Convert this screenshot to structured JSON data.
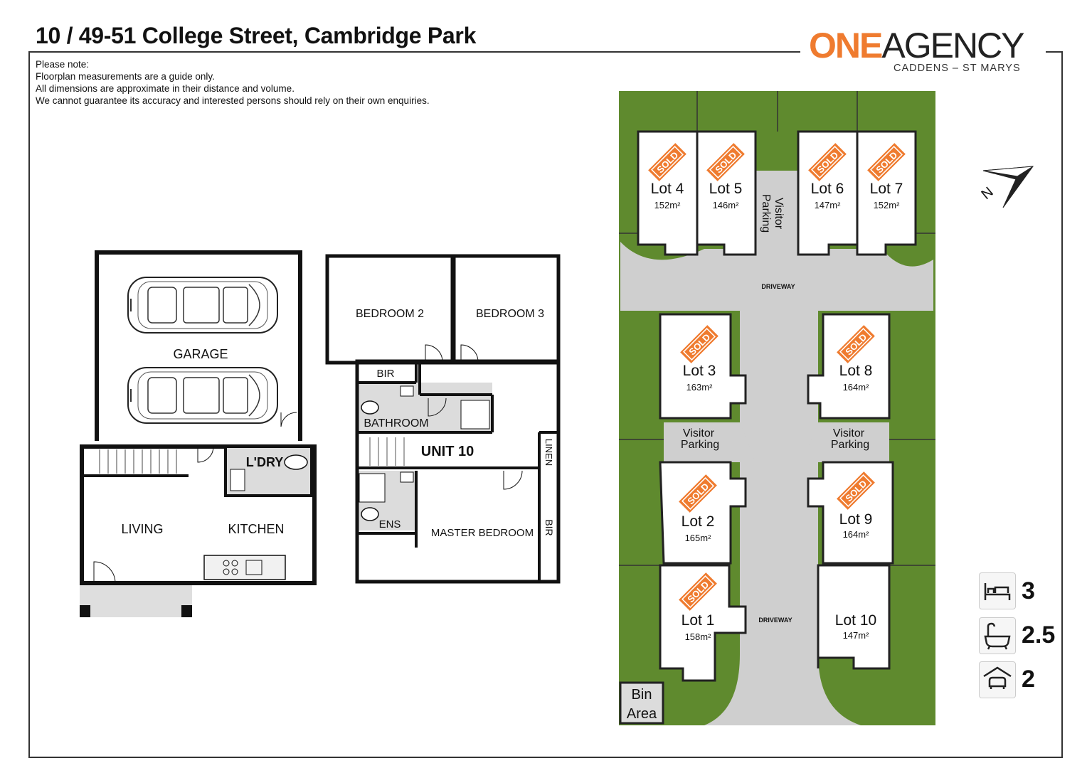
{
  "header": {
    "title": "10 / 49-51 College Street, Cambridge Park",
    "note": [
      "Please note:",
      "Floorplan measurements are a guide only.",
      "All dimensions are approximate in their distance and volume.",
      "We cannot guarantee its accuracy and interested persons should rely on their own enquiries."
    ]
  },
  "logo": {
    "brand_one": "ONE",
    "brand_agency": "AGENCY",
    "office": "CADDENS – ST MARYS",
    "brand_color": "#ef7b2f"
  },
  "floorplan": {
    "garage": "GARAGE",
    "living": "LIVING",
    "kitchen": "KITCHEN",
    "laundry": "L'DRY",
    "bedroom2": "BEDROOM 2",
    "bedroom3": "BEDROOM 3",
    "bir": "BIR",
    "bathroom": "BATHROOM",
    "unit": "UNIT 10",
    "linen": "LINEN",
    "ensuite": "ENS",
    "master": "MASTER BEDROOM",
    "master_bir": "BIR"
  },
  "siteplan": {
    "lots": [
      {
        "name": "Lot 4",
        "area": "152m²",
        "sold": true
      },
      {
        "name": "Lot 5",
        "area": "146m²",
        "sold": true
      },
      {
        "name": "Lot 6",
        "area": "147m²",
        "sold": true
      },
      {
        "name": "Lot 7",
        "area": "152m²",
        "sold": true
      },
      {
        "name": "Lot 3",
        "area": "163m²",
        "sold": true
      },
      {
        "name": "Lot 8",
        "area": "164m²",
        "sold": true
      },
      {
        "name": "Lot 2",
        "area": "165m²",
        "sold": true
      },
      {
        "name": "Lot 9",
        "area": "164m²",
        "sold": true
      },
      {
        "name": "Lot 1",
        "area": "158m²",
        "sold": true
      },
      {
        "name": "Lot 10",
        "area": "147m²",
        "sold": false
      }
    ],
    "sold_label": "SOLD",
    "driveway": "DRIVEWAY",
    "visitor_parking": [
      "Visitor",
      "Parking"
    ],
    "bin_area": [
      "Bin",
      "Area"
    ],
    "north": "N",
    "colors": {
      "grass": "#5f8a2e",
      "driveway": "#cfcfcf",
      "sold": "#ef7b2f"
    }
  },
  "features": {
    "bedrooms": "3",
    "bathrooms": "2.5",
    "garage": "2"
  }
}
